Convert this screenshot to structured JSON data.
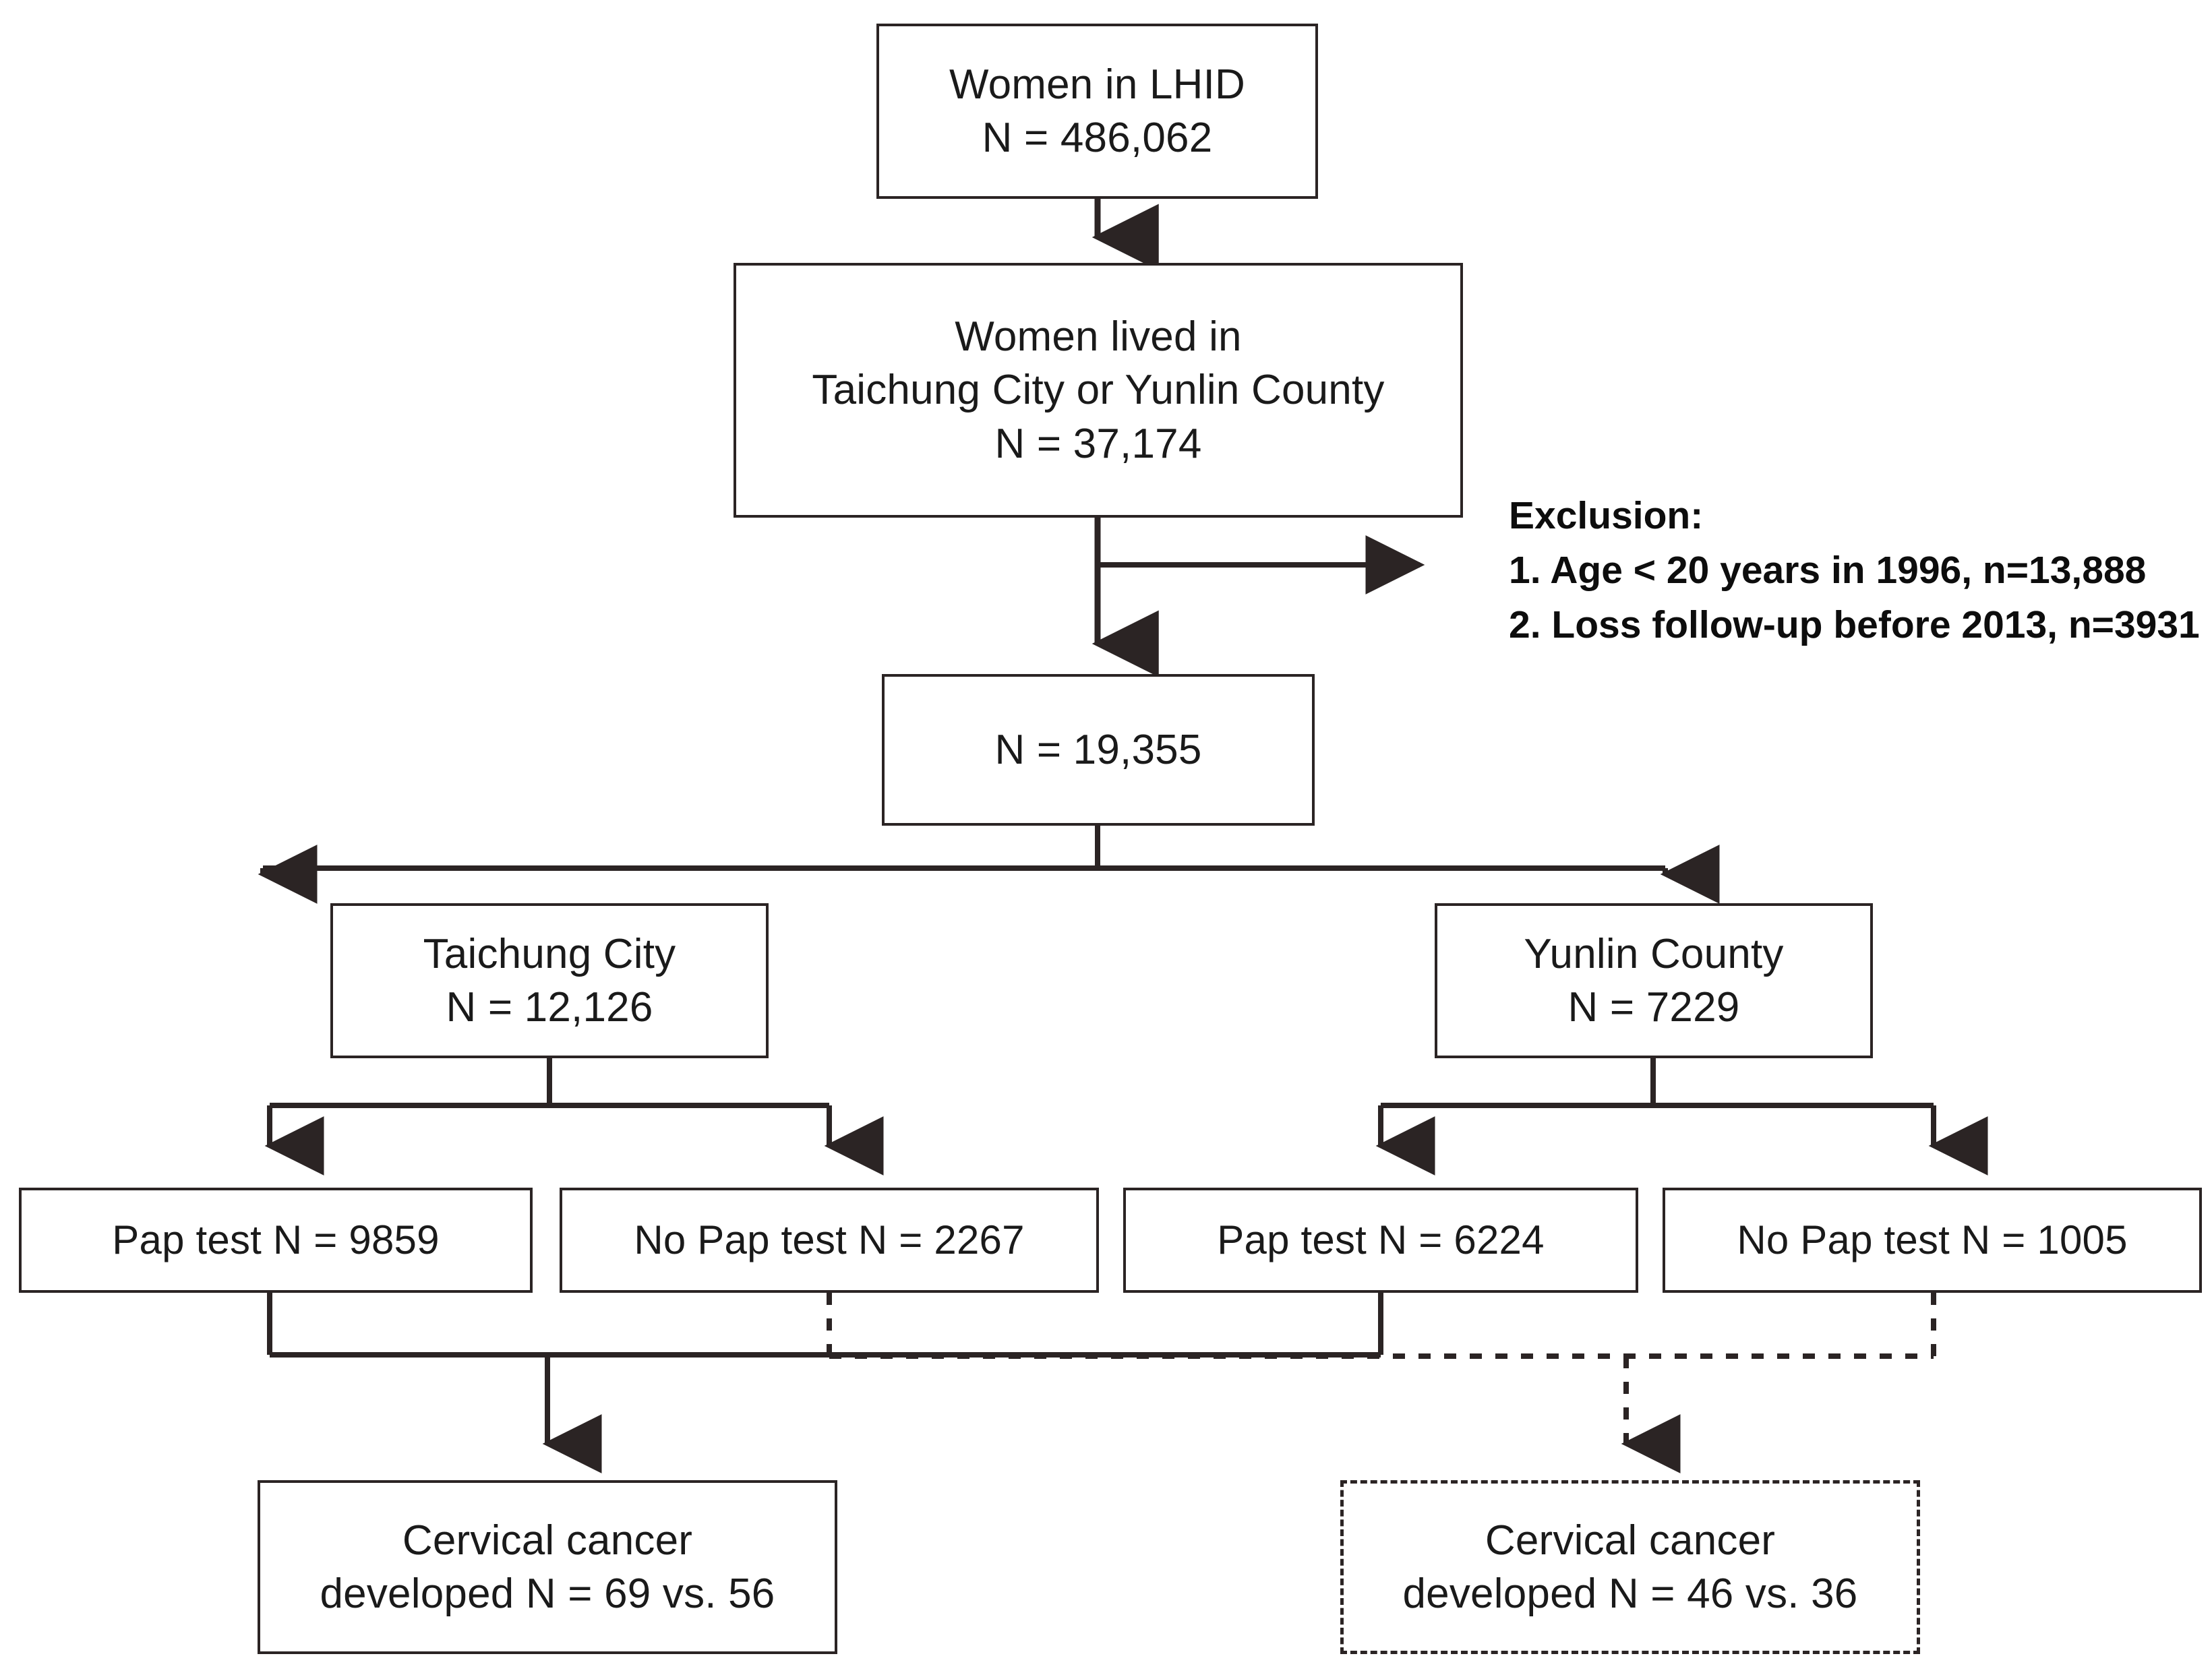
{
  "chart_data": {
    "type": "diagram",
    "title": "Study population flow diagram (CONSORT-style)",
    "nodes": [
      {
        "id": "lhid",
        "lines": [
          "Women in LHID",
          "N = 486,062"
        ],
        "style": "solid"
      },
      {
        "id": "residence",
        "lines": [
          "Women lived in",
          "Taichung City or Yunlin County",
          "N = 37,174"
        ],
        "style": "solid"
      },
      {
        "id": "eligible",
        "lines": [
          "N = 19,355"
        ],
        "style": "solid"
      },
      {
        "id": "taichung",
        "lines": [
          "Taichung City",
          "N = 12,126"
        ],
        "style": "solid"
      },
      {
        "id": "yunlin",
        "lines": [
          "Yunlin County",
          "N = 7229"
        ],
        "style": "solid"
      },
      {
        "id": "tc-pap",
        "lines": [
          "Pap test N = 9859"
        ],
        "style": "solid"
      },
      {
        "id": "tc-nopap",
        "lines": [
          "No Pap test N = 2267"
        ],
        "style": "solid"
      },
      {
        "id": "yl-pap",
        "lines": [
          "Pap test N = 6224"
        ],
        "style": "solid"
      },
      {
        "id": "yl-nopap",
        "lines": [
          "No Pap test N = 1005"
        ],
        "style": "solid"
      },
      {
        "id": "outcome-pap",
        "lines": [
          "Cervical cancer",
          "developed N = 69 vs. 56"
        ],
        "style": "solid"
      },
      {
        "id": "outcome-nopap",
        "lines": [
          "Cervical cancer",
          "developed N = 46 vs. 36"
        ],
        "style": "dashed"
      }
    ],
    "exclusion": {
      "heading": "Exclusion:",
      "items": [
        "1. Age < 20 years in 1996, n=13,888",
        "2. Loss follow-up before 2013, n=3931"
      ]
    },
    "counts": {
      "lhid_total": 486062,
      "residence_total": 37174,
      "excluded_age_lt20_1996": 13888,
      "excluded_loss_followup_before_2013": 3931,
      "eligible_total": 19355,
      "taichung_city": 12126,
      "yunlin_county": 7229,
      "taichung_pap_test": 9859,
      "taichung_no_pap_test": 2267,
      "yunlin_pap_test": 6224,
      "yunlin_no_pap_test": 1005,
      "cancer_pap_arm": "69 vs. 56",
      "cancer_no_pap_arm": "46 vs. 36"
    },
    "colors": {
      "line": "#2b2424",
      "text": "#1a1a1a",
      "background": "#ffffff"
    }
  },
  "nodes": {
    "lhid": {
      "line1": "Women in LHID",
      "line2": "N = 486,062"
    },
    "residence": {
      "line1": "Women lived in",
      "line2": "Taichung City or Yunlin County",
      "line3": "N = 37,174"
    },
    "eligible": {
      "line1": "N = 19,355"
    },
    "taichung": {
      "line1": "Taichung City",
      "line2": "N = 12,126"
    },
    "yunlin": {
      "line1": "Yunlin County",
      "line2": "N = 7229"
    },
    "tc_pap": {
      "line1": "Pap test N = 9859"
    },
    "tc_nopap": {
      "line1": "No Pap test N = 2267"
    },
    "yl_pap": {
      "line1": "Pap test N = 6224"
    },
    "yl_nopap": {
      "line1": "No Pap test N = 1005"
    },
    "outcome_pap": {
      "line1": "Cervical cancer",
      "line2": "developed N = 69 vs. 56"
    },
    "outcome_nopap": {
      "line1": "Cervical cancer",
      "line2": "developed N = 46 vs. 36"
    }
  },
  "exclusion": {
    "heading": "Exclusion:",
    "item1": "1. Age < 20 years in 1996, n=13,888",
    "item2": "2. Loss follow-up before 2013, n=3931"
  }
}
